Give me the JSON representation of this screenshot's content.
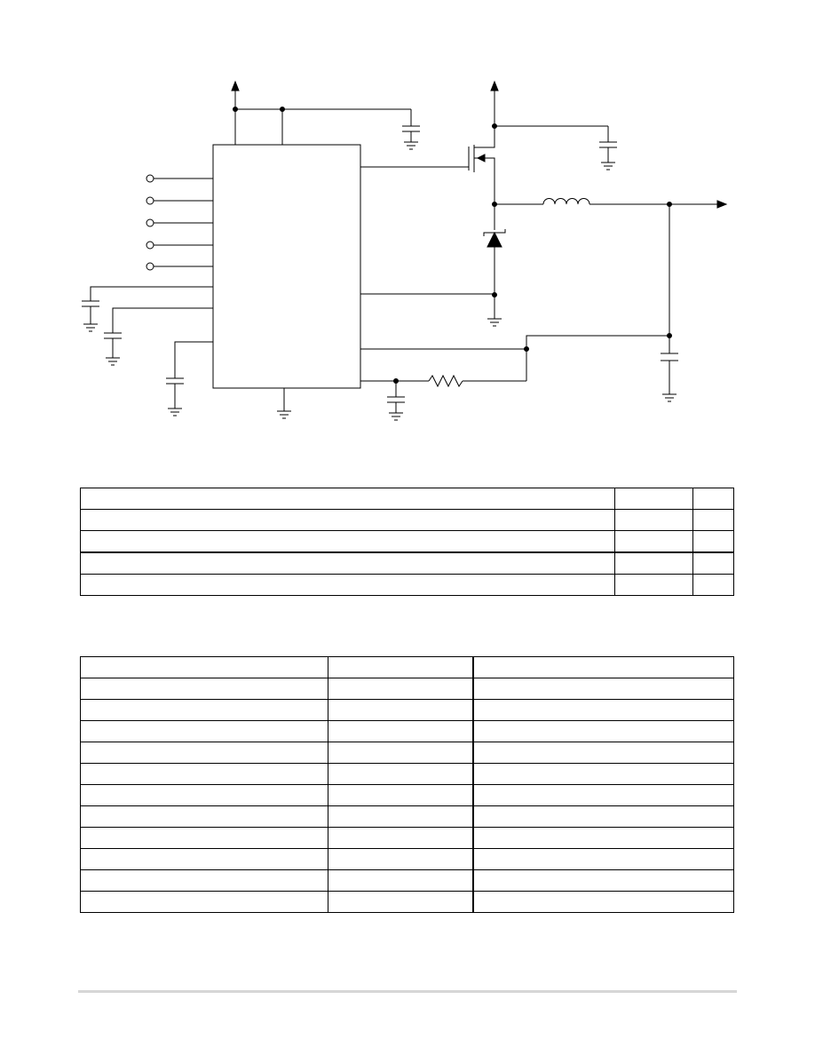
{
  "schematic": {
    "components": {
      "controller_ic": "controller-ic",
      "mosfet": "p-channel-mosfet",
      "inductor": "output-inductor",
      "diode": "schottky-diode",
      "resistor": "feedback-resistor",
      "capacitors": [
        "input-capacitor",
        "mosfet-supply-capacitor",
        "output-capacitor",
        "ss-capacitor-1",
        "ss-capacitor-2",
        "ct-capacitor",
        "comp-capacitor"
      ],
      "pins": [
        "pin-1",
        "pin-2",
        "pin-3",
        "pin-4",
        "pin-5"
      ]
    },
    "colors": {
      "line": "#000000",
      "background": "#ffffff",
      "footer_rule": "#d6d6d6"
    }
  },
  "tables": {
    "top": {
      "rows": [
        [
          "",
          "",
          ""
        ],
        [
          "",
          "",
          ""
        ],
        [
          "",
          "",
          ""
        ],
        [
          "",
          "",
          ""
        ],
        [
          "",
          "",
          ""
        ]
      ]
    },
    "bottom": {
      "rows": [
        [
          "",
          "",
          ""
        ],
        [
          "",
          "",
          ""
        ],
        [
          "",
          "",
          ""
        ],
        [
          "",
          "",
          ""
        ],
        [
          "",
          "",
          ""
        ],
        [
          "",
          "",
          ""
        ],
        [
          "",
          "",
          ""
        ],
        [
          "",
          "",
          ""
        ],
        [
          "",
          "",
          ""
        ],
        [
          "",
          "",
          ""
        ],
        [
          "",
          "",
          ""
        ],
        [
          "",
          "",
          ""
        ]
      ]
    }
  }
}
